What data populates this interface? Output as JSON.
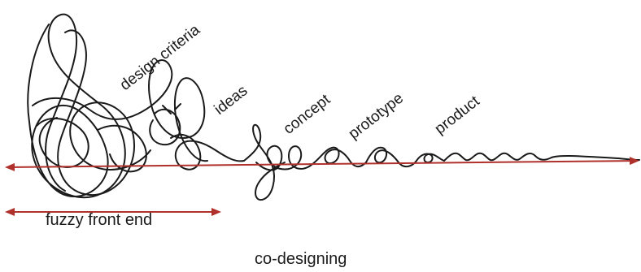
{
  "diagram": {
    "stages": [
      "design criteria",
      "ideas",
      "concept",
      "prototype",
      "product"
    ],
    "span_label": "fuzzy front end",
    "caption": "co-designing",
    "colors": {
      "scribble": "#1a1a1a",
      "arrow": "#b0302c"
    }
  }
}
